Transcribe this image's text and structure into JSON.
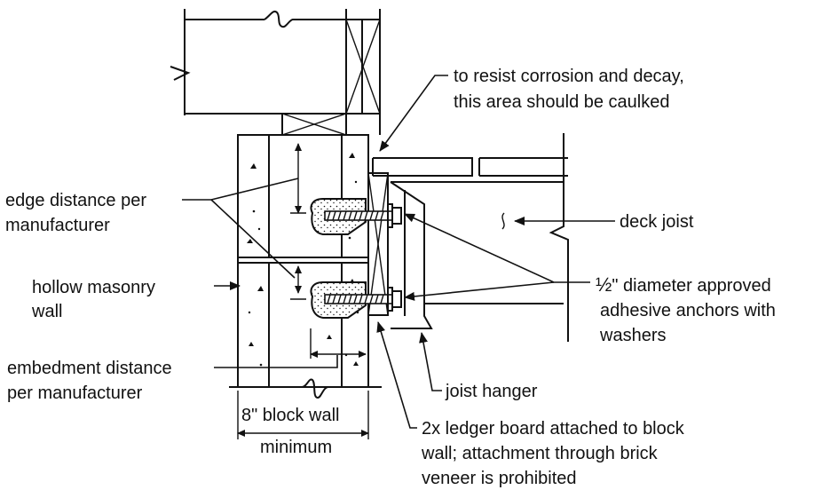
{
  "labels": {
    "corrosion_line1": "to resist corrosion and decay,",
    "corrosion_line2": "this area should be caulked",
    "edge_line1": "edge distance per",
    "edge_line2": "manufacturer",
    "deck_joist": "deck joist",
    "hollow_line1": "hollow masonry",
    "hollow_line2": "wall",
    "anchors_half": "½",
    "anchors_line1": "\" diameter approved",
    "anchors_line2": "adhesive anchors with",
    "anchors_line3": "washers",
    "embed_line1": "embedment distance",
    "embed_line2": "per manufacturer",
    "joist_hanger": "joist hanger",
    "block_line1": "8\" block wall",
    "block_line2": "minimum",
    "ledger_line1": "2x ledger board attached to block",
    "ledger_line2": "wall; attachment through brick",
    "ledger_line3": "veneer is prohibited"
  },
  "colors": {
    "ink": "#111111",
    "background": "#ffffff"
  }
}
